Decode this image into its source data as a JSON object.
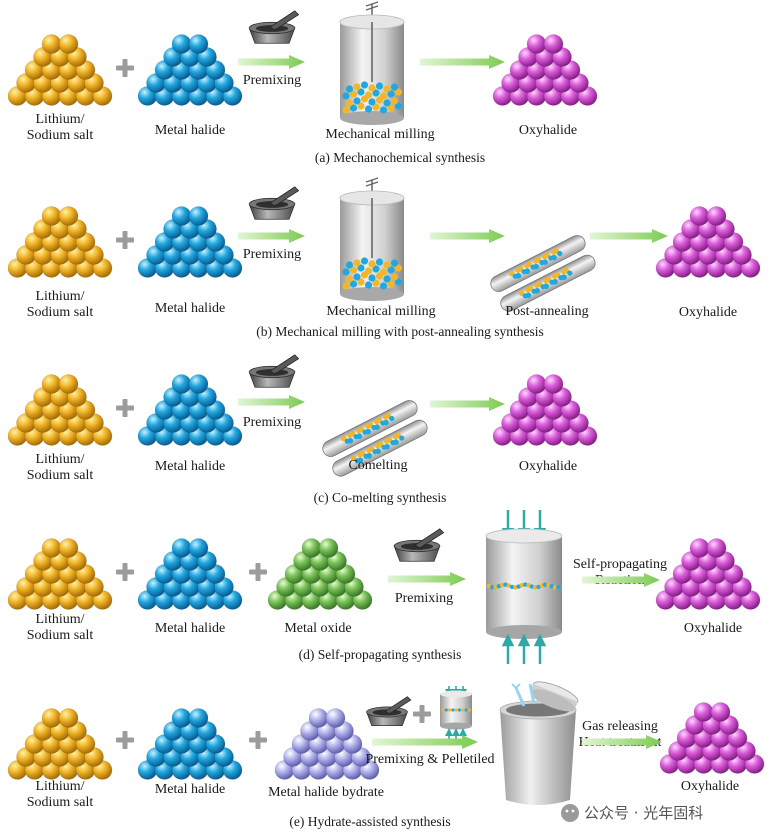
{
  "sections": [
    {
      "caption": "(a) Mechanochemical synthesis",
      "reactants": [
        "Lithium/\nSodium salt",
        "Metal halide"
      ],
      "steps": [
        "Premixing",
        "Mechanical milling"
      ],
      "product": "Oxyhalide"
    },
    {
      "caption": "(b) Mechanical milling with post-annealing synthesis",
      "reactants": [
        "Lithium/\nSodium salt",
        "Metal halide"
      ],
      "steps": [
        "Premixing",
        "Mechanical milling",
        "Post-annealing"
      ],
      "product": "Oxyhalide"
    },
    {
      "caption": "(c) Co-melting synthesis",
      "reactants": [
        "Lithium/\nSodium salt",
        "Metal halide"
      ],
      "steps": [
        "Premixing",
        "Comelting"
      ],
      "product": "Oxyhalide"
    },
    {
      "caption": "(d) Self-propagating synthesis",
      "reactants": [
        "Lithium/\nSodium salt",
        "Metal halide",
        "Metal oxide"
      ],
      "steps": [
        "Premixing",
        "Self-propagating\nReaction"
      ],
      "product": "Oxyhalide"
    },
    {
      "caption": "(e) Hydrate-assisted synthesis",
      "reactants": [
        "Lithium/\nSodium salt",
        "Metal halide",
        "Metal halide bydrate"
      ],
      "steps": [
        "Premixing & Pelletiled",
        "Gas releasing\nHeat treatment"
      ],
      "product": "Oxyhalide"
    }
  ],
  "watermark": "公众号 · 光年固科",
  "colors": {
    "salt": "#E8A317",
    "halide": "#1FA3DC",
    "oxide": "#7CC35A",
    "hydrate": "#A9A9E6",
    "product": "#D95BD9",
    "arrow": "#8FD16B",
    "flux": "#2FA8A8"
  },
  "icons": [
    "mortar-pestle-icon",
    "ball-mill-jar-icon",
    "sealed-tubes-icon",
    "cylinder-pellet-icon",
    "crucible-icon",
    "plus-icon",
    "wechat-icon"
  ]
}
